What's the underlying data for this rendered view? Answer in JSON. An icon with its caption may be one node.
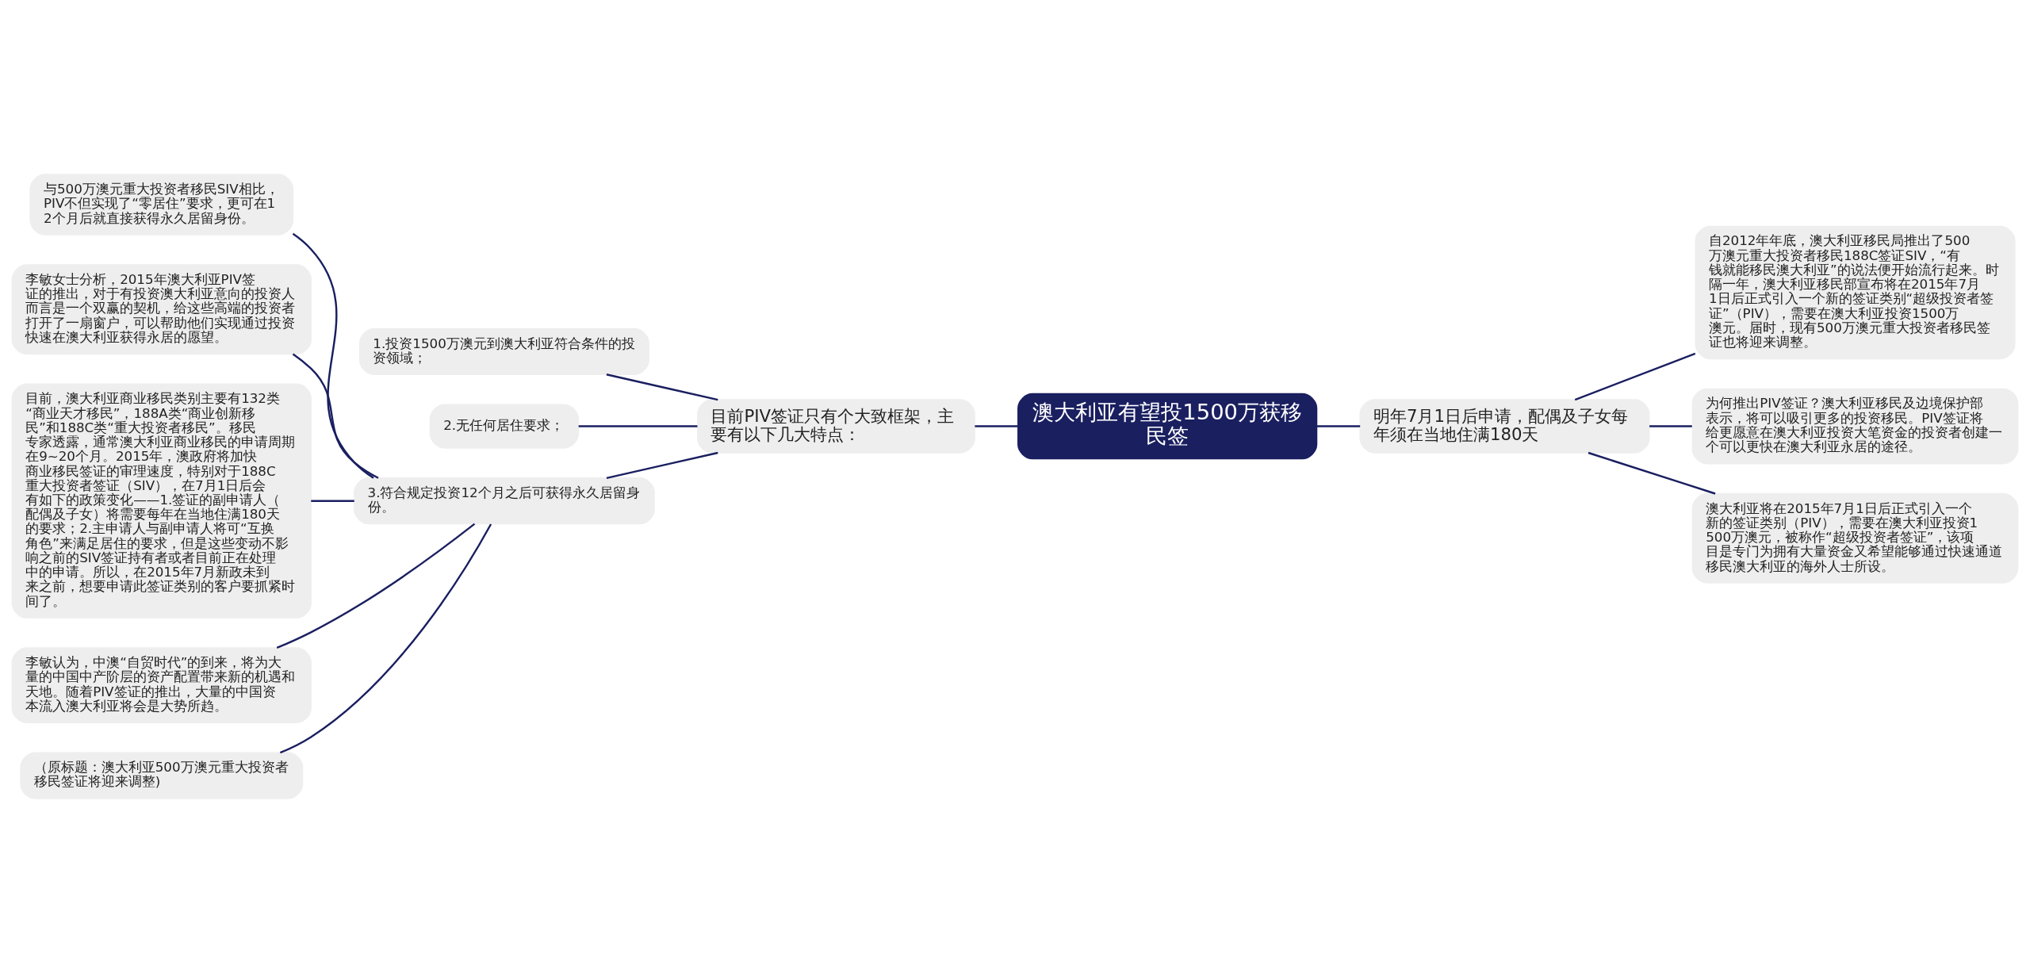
{
  "diagram": {
    "nodes": [
      {
        "text": [
          "澳大利亚有望投1500万获移民签"
        ]
      },
      {
        "text": [
          "目前PIV签证只有个大致框架，主要有以下几大特点："
        ]
      },
      {
        "text": [
          "1.投资1500万澳元到澳大利亚符合条件的投资领域；"
        ]
      },
      {
        "text": [
          "2.无任何居住要求；"
        ]
      },
      {
        "text": [
          "3.符合规定投资12个月之后可获得永久居留身份。"
        ]
      },
      {
        "text": [
          "与500万澳元重大投资者移民SIV相比，PIV不但实现了“零居住”要求，更可在12个月后就直接获得永久居留身份。"
        ]
      },
      {
        "text": [
          "李敏女士分析，2015年澳大利亚PIV签证的推出，对于有投资澳大利亚意向的投资人而言是一个双赢的契机，给这些高端的投资者打开了一扇窗户，可以帮助他们实现通过投资快速在澳大利亚获得永居的愿望。"
        ]
      },
      {
        "text": [
          "目前，澳大利亚商业移民类别主要有132类“商业天才移民”，188A类“商业创新移民”和188C类“重大投资者移民”。移民专家透露，通常澳大利亚商业移民的申请周期在9~20个月。2015年，澳政府将加快商业移民签证的审理速度，特别对于188C重大投资者签证（SIV），在7月1日后会有如下的政策变化——1.签证的副申请人（配偶及子女）将需要每年在当地住满180天的要求；2.主申请人与副申请人将可“互换角色”来满足居住的要求，但是这些变动不影响之前的SIV签证持有者或者目前正在处理中的申请。所以，在2015年7月新政未到来之前，想要申请此签证类别的客户要抓紧时间了。"
        ]
      },
      {
        "text": [
          "李敏认为，中澳“自贸时代”的到来，将为大量的中国中产阶层的资产配置带来新的机遇和天地。随着PIV签证的推出，大量的中国资本流入澳大利亚将会是大势所趋。"
        ]
      },
      {
        "text": [
          "（原标题：澳大利亚500万澳元重大投资者移民签证将迎来调整)"
        ]
      },
      {
        "text": [
          "明年7月1日后申请，配偶及子女每年须在当地住满180天"
        ]
      },
      {
        "text": [
          "自2012年年底，澳大利亚移民局推出了500万澳元重大投资者移民188C签证SIV，“有钱就能移民澳大利亚”的说法便开始流行起来。时隔一年，澳大利亚移民部宣布将在2015年7月1日后正式引入一个新的签证类别“超级投资者签证”（PIV），需要在澳大利亚投资1500万澳元。届时，现有500万澳元重大投资者移民签证也将迎来调整。"
        ]
      },
      {
        "text": [
          "为何推出PIV签证？澳大利亚移民及边境保护部表示，将可以吸引更多的投资移民。PIV签证将给更愿意在澳大利亚投资大笔资金的投资者创建一个可以更快在澳大利亚永居的途径。"
        ]
      },
      {
        "text": [
          "澳大利亚将在2015年7月1日后正式引入一个新的签证类别（PIV），需要在澳大利亚投资1500万澳元，被称作“超级投资者签证”，该项目是专门为拥有大量资金又希望能够通过快速通道移民澳大利亚的海外人士所设。"
        ]
      }
    ],
    "edges": [
      {
        "from": 0,
        "to": 1,
        "arrow": "none"
      },
      {
        "from": 1,
        "to": 2,
        "arrow": "none"
      },
      {
        "from": 1,
        "to": 3,
        "arrow": "none"
      },
      {
        "from": 1,
        "to": 4,
        "arrow": "none"
      },
      {
        "from": 4,
        "to": 5,
        "arrow": "none"
      },
      {
        "from": 4,
        "to": 6,
        "arrow": "none"
      },
      {
        "from": 4,
        "to": 7,
        "arrow": "none"
      },
      {
        "from": 4,
        "to": 8,
        "arrow": "none"
      },
      {
        "from": 4,
        "to": 9,
        "arrow": "none"
      },
      {
        "from": 0,
        "to": 10,
        "arrow": "none"
      },
      {
        "from": 10,
        "to": 11,
        "arrow": "none"
      },
      {
        "from": 10,
        "to": 12,
        "arrow": "none"
      },
      {
        "from": 10,
        "to": 13,
        "arrow": "none"
      }
    ]
  }
}
